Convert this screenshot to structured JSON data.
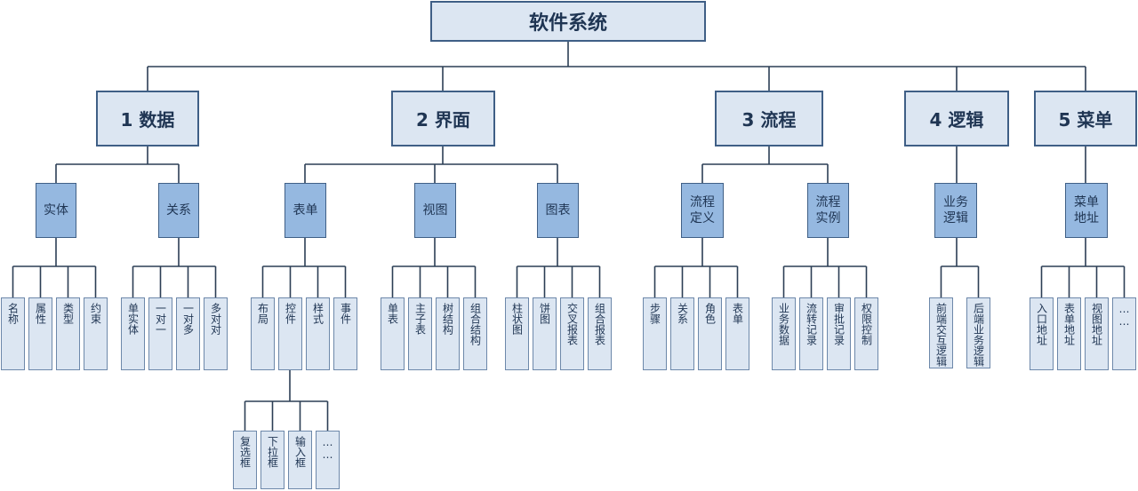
{
  "title": "软件系统",
  "sections": [
    {
      "label": "1 数据",
      "groups": [
        {
          "label": "实体",
          "leaves": [
            "名称",
            "属性",
            "类型",
            "约束"
          ]
        },
        {
          "label": "关系",
          "leaves": [
            "单实体",
            "一对一",
            "一对多",
            "多对对"
          ]
        }
      ]
    },
    {
      "label": "2 界面",
      "groups": [
        {
          "label": "表单",
          "leaves": [
            "布局",
            "控件",
            "样式",
            "事件"
          ]
        },
        {
          "label": "视图",
          "leaves": [
            "单表",
            "主子表",
            "树结构",
            "组合结构"
          ]
        },
        {
          "label": "图表",
          "leaves": [
            "柱状图",
            "饼图",
            "交叉报表",
            "组合报表"
          ]
        }
      ]
    },
    {
      "label": "3 流程",
      "groups": [
        {
          "label": "流程\n定义",
          "leaves": [
            "步骤",
            "关系",
            "角色",
            "表单"
          ]
        },
        {
          "label": "流程\n实例",
          "leaves": [
            "业务数据",
            "流转记录",
            "审批记录",
            "权限控制"
          ]
        }
      ]
    },
    {
      "label": "4 逻辑",
      "groups": [
        {
          "label": "业务\n逻辑",
          "leaves": [
            "前端交互逻辑",
            "后端业务逻辑"
          ]
        }
      ]
    },
    {
      "label": "5 菜单",
      "groups": [
        {
          "label": "菜单\n地址",
          "leaves": [
            "入口地址",
            "表单地址",
            "视图地址",
            "……"
          ]
        }
      ]
    }
  ],
  "control_children": [
    "复选框",
    "下拉框",
    "输入框",
    "……"
  ]
}
